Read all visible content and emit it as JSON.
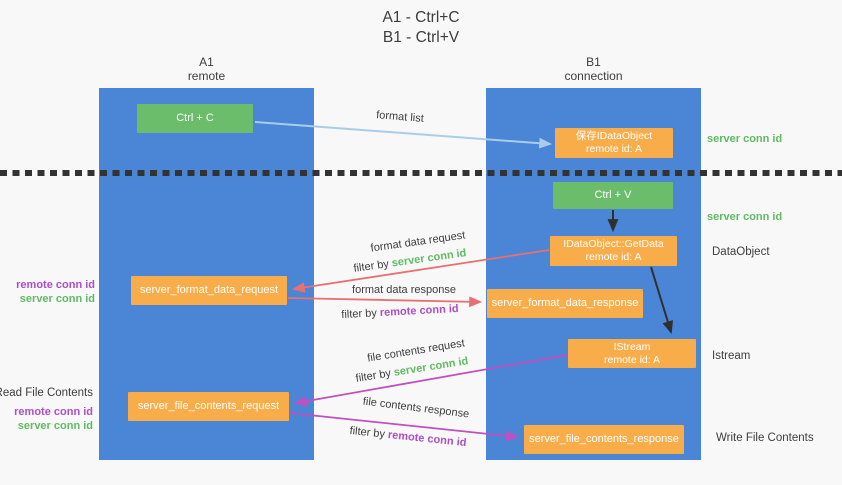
{
  "title": {
    "line1": "A1 - Ctrl+C",
    "line2": "B1 - Ctrl+V"
  },
  "lanes": {
    "a1": {
      "name": "A1",
      "subtitle": "remote"
    },
    "b1": {
      "name": "B1",
      "subtitle": "connection"
    }
  },
  "nodes": {
    "ctrl_c": {
      "label": "Ctrl + C"
    },
    "ctrl_v": {
      "label": "Ctrl + V"
    },
    "save_idataobject": {
      "line1": "保存IDataObject",
      "line2": "remote id: A"
    },
    "getdata": {
      "line1": "IDataObject::GetData",
      "line2": "remote id: A"
    },
    "istream": {
      "line1": "IStream",
      "line2": "remote id: A"
    },
    "format_request": {
      "label": "server_format_data_request"
    },
    "format_response": {
      "label": "server_format_data_response"
    },
    "file_request": {
      "label": "server_file_contents_request"
    },
    "file_response": {
      "label": "server_file_contents_response"
    }
  },
  "arrow_labels": {
    "format_list": "format list",
    "format_data_request": "format data request",
    "format_data_response": "format data response",
    "file_contents_request": "file contents request",
    "file_contents_response": "file contents response",
    "filter_by": "filter by ",
    "server_conn_id": "server conn id",
    "remote_conn_id": "remote conn id"
  },
  "side_labels": {
    "server_conn_id_top": "server conn id",
    "server_conn_id_mid": "server conn id",
    "dataobject": "DataObject",
    "istream": "Istream",
    "write_file_contents": "Write File Contents",
    "read_file_contents": "Read File Contents",
    "remote_conn_id_1": "remote conn id",
    "server_conn_id_1": "server conn id",
    "remote_conn_id_2": "remote conn id",
    "server_conn_id_2": "server conn id"
  },
  "colors": {
    "lane_blue": "#4a85d6",
    "node_orange": "#f8ad4a",
    "node_green": "#6cbd6b",
    "green_text": "#5fbb63",
    "purple_text": "#ac4fc6",
    "red_arrow": "#e87070",
    "magenta_arrow": "#c050c0",
    "light_blue_arrow": "#a8cdec",
    "black_arrow": "#2f2f2f",
    "background": "#f8f8f8"
  }
}
